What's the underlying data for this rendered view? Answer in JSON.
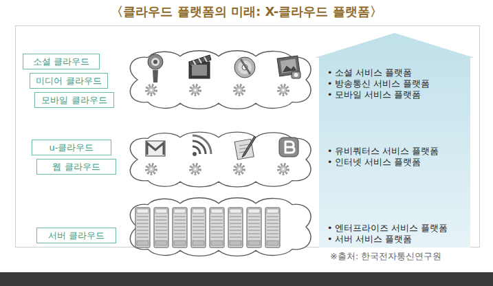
{
  "diagram": {
    "title": "〈클라우드 플랫폼의 미래: X-클라우드 플랫폼〉",
    "caption": "※출처: 한국전자통신연구원",
    "nodes": [
      {
        "text": [
          "소셜 클라우드"
        ]
      },
      {
        "text": [
          "미디어 클라우드"
        ]
      },
      {
        "text": [
          "모바일 클라우드"
        ]
      },
      {
        "text": [
          "u-클라우드"
        ]
      },
      {
        "text": [
          "웹 클라우드"
        ]
      },
      {
        "text": [
          "서버 클라우드"
        ]
      },
      {
        "text": [
          "• 소셜 서비스 플랫폼",
          "• 방송통신 서비스 플랫폼",
          "• 모바일 서비스 플랫폼",
          "• 유비쿼터스 서비스 플랫폼",
          "• 인터넷 서비스 플랫폼",
          "• 엔터프라이즈 서비스 플랫폼",
          "• 서버 서비스 플랫폼"
        ]
      }
    ]
  }
}
